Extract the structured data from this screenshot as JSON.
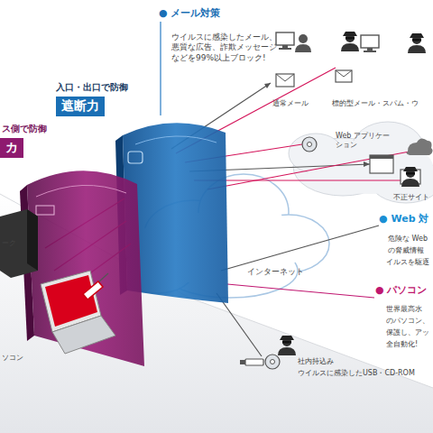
{
  "diagram": {
    "nodes": [
      {
        "text": [
          "入口・出口で防御",
          "遮断力"
        ]
      },
      {
        "text": [
          "ス側で防御",
          "カ"
        ]
      }
    ],
    "labels": [
      "● メール対策",
      "ウイルスに感染したメール、 悪質な広告、詐欺メッセージ などを99%以上ブロック!",
      "通常メール",
      "標的型メール・スパム・ウ",
      "Web アプリケーション",
      "不正サイト",
      "インターネット",
      "● Web 対",
      "危険な Web",
      "の脅威情報",
      "イルスを駆逐",
      "● パソコン",
      "世界最高水",
      "のパソコン、",
      "保護し、アッ",
      "全自動化!",
      "社内持込み",
      "ウイルスに感染したUSB・CD-ROM",
      "ーク",
      "ソコン"
    ]
  }
}
